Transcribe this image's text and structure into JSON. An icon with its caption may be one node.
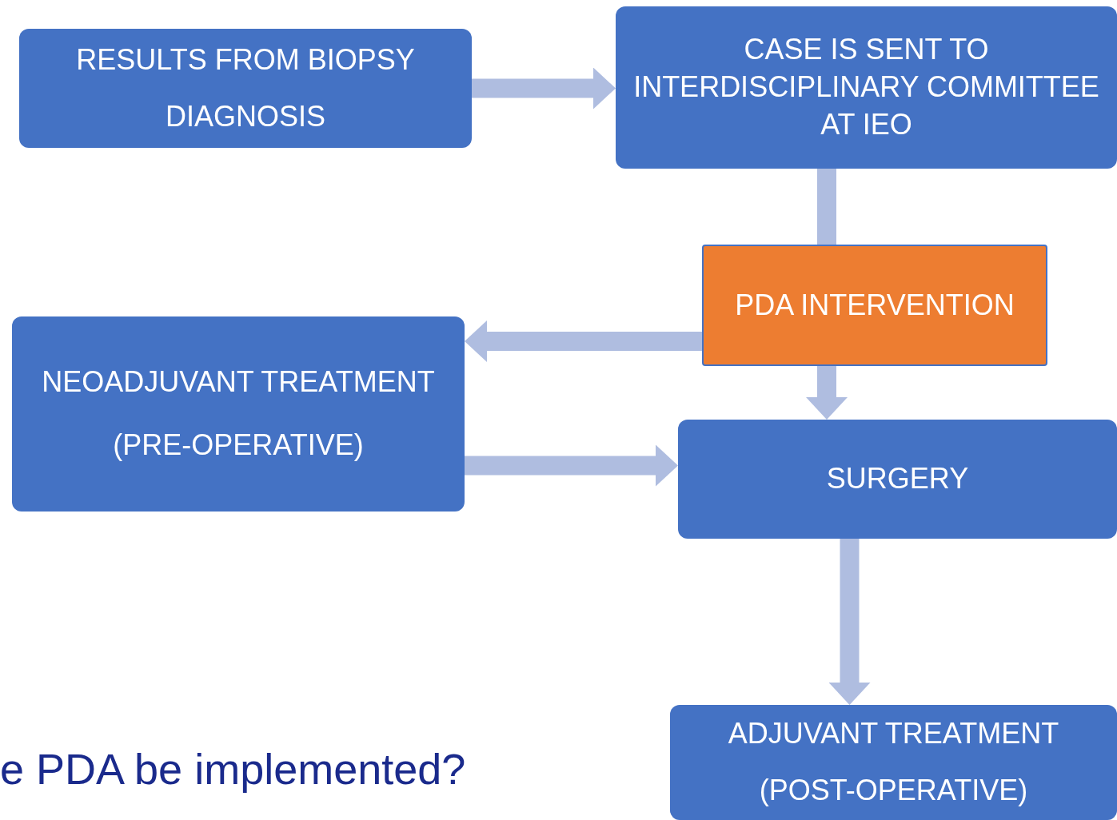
{
  "diagram": {
    "nodes": [
      {
        "text": [
          "RESULTS FROM BIOPSY",
          "DIAGNOSIS"
        ]
      },
      {
        "text": [
          "CASE IS SENT TO INTERDISCIPLINARY COMMITTEE AT IEO"
        ]
      },
      {
        "text": [
          "PDA INTERVENTION"
        ]
      },
      {
        "text": [
          "NEOADJUVANT TREATMENT",
          "(PRE-OPERATIVE)"
        ]
      },
      {
        "text": [
          "SURGERY"
        ]
      },
      {
        "text": [
          "ADJUVANT TREATMENT",
          "(POST-OPERATIVE)"
        ]
      }
    ],
    "edges": [
      {
        "from": 0,
        "to": 1,
        "arrow": "to"
      },
      {
        "from": 1,
        "to": 2,
        "arrow": "none"
      },
      {
        "from": 2,
        "to": 3,
        "arrow": "to"
      },
      {
        "from": 2,
        "to": 4,
        "arrow": "to"
      },
      {
        "from": 3,
        "to": 4,
        "arrow": "to"
      },
      {
        "from": 4,
        "to": 5,
        "arrow": "to"
      }
    ],
    "labels": [
      "e PDA be implemented?"
    ]
  }
}
